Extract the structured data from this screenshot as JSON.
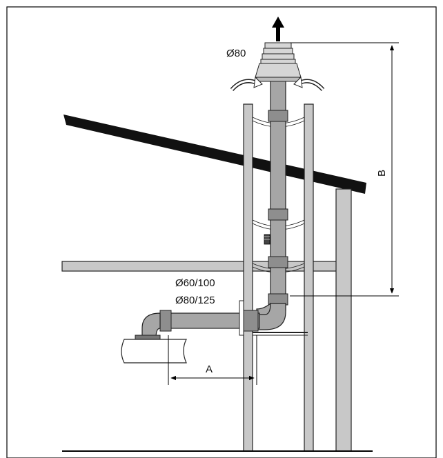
{
  "labels": {
    "terminal_diameter": "Ø80",
    "pipe_diameter_1": "Ø60/100",
    "pipe_diameter_2": "Ø80/125",
    "dimension_a": "A",
    "dimension_b": "B"
  },
  "icons": {
    "exhaust_arrow": "arrow-up-icon",
    "air_intake_arrows": "curved-arrow-icon"
  }
}
